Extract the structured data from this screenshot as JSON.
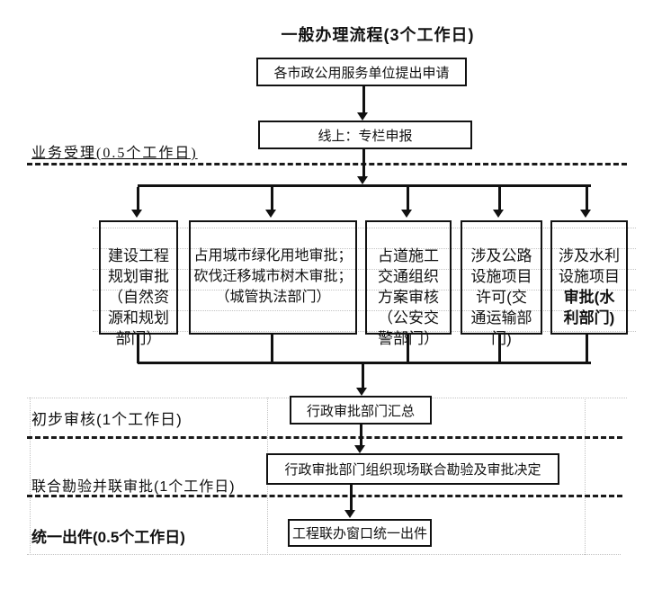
{
  "title": "一般办理流程(3个工作日)",
  "nodes": {
    "apply": "各市政公用服务单位提出申请",
    "online": "线上：专栏申报",
    "summary": "行政审批部门汇总",
    "inspection": "行政审批部门组织现场联合勘验及审批决定",
    "output": "工程联办窗口统一出件"
  },
  "parallel": [
    {
      "text": "建设工程\n规划审批\n（自然资\n源和规划\n部门）"
    },
    {
      "text": "占用城市绿化用地审批；\n砍伐迁移城市树木审批；\n（城管执法部门）"
    },
    {
      "text": "占道施工\n交通组织\n方案审核\n（公安交\n警部门）"
    },
    {
      "text": "涉及公路\n设施项目\n许可(交\n通运输部\n门)"
    },
    {
      "text": "涉及水利\n设施项目",
      "bold_text": "审批(水\n利部门)"
    }
  ],
  "stage_labels": {
    "accept": "业务受理(0.5个工作日)",
    "review": "初步审核(1个工作日)",
    "joint": "联合勘验并联审批(1个工作日)",
    "issue": "统一出件(0.5个工作日)"
  }
}
